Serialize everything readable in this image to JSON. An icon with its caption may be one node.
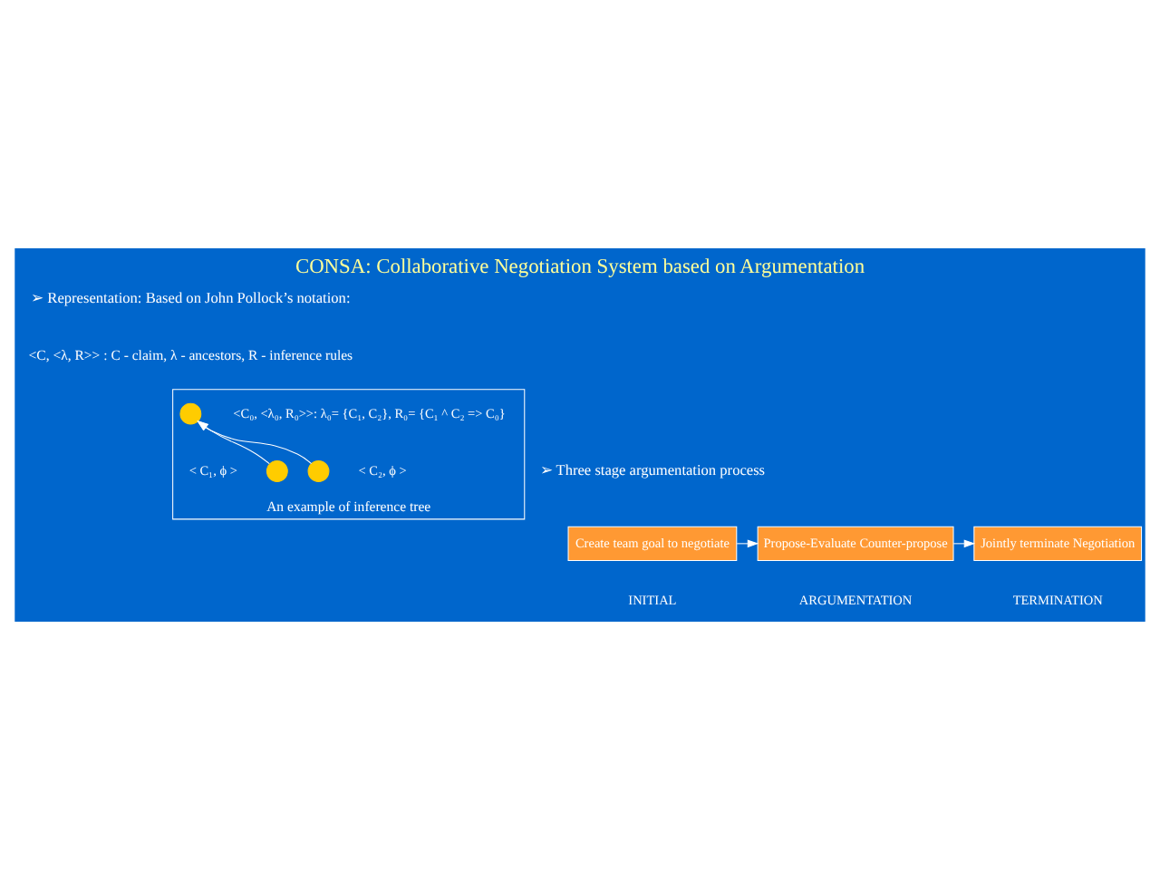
{
  "diagram": {
    "title": "CONSA: Collaborative Negotiation System based on Argumentation",
    "nodes": [
      {
        "text": [
          "An example of inference tree"
        ]
      },
      {
        "text": [],
        "shape": "circle",
        "in": 0,
        "beside": [
          "<C₀, <λ₀, R₀>>: λ₀= {C₁, C₂}, R₀= {C₁ ^ C₂ => C₀}"
        ]
      },
      {
        "text": [],
        "shape": "circle",
        "in": 0,
        "beside": [
          "< C₁, ϕ >"
        ]
      },
      {
        "text": [],
        "shape": "circle",
        "in": 0,
        "beside": [
          "< C₂, ϕ >"
        ]
      },
      {
        "text": [
          "Create team goal to negotiate"
        ],
        "beside": [
          "INITIAL"
        ]
      },
      {
        "text": [
          "Propose-Evaluate Counter-propose"
        ],
        "beside": [
          "ARGUMENTATION"
        ]
      },
      {
        "text": [
          "Jointly terminate Negotiation"
        ],
        "beside": [
          "TERMINATION"
        ]
      }
    ],
    "edges": [
      {
        "from": 2,
        "to": 1,
        "arrow": "to"
      },
      {
        "from": 3,
        "to": 1,
        "arrow": "to"
      },
      {
        "from": 4,
        "to": 5,
        "arrow": "to"
      },
      {
        "from": 5,
        "to": 6,
        "arrow": "to"
      }
    ],
    "labels": [
      "➢ Representation: Based on John Pollock’s notation:",
      "<C, <λ, R>> : C - claim, λ - ancestors, R - inference rules",
      "➢ Three stage argumentation process"
    ]
  }
}
